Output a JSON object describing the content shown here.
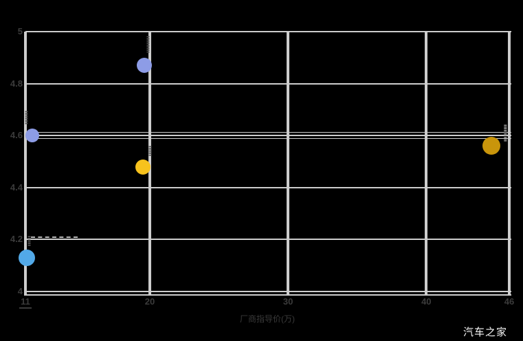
{
  "chart_data": {
    "type": "scatter",
    "title": "",
    "xlabel": "厂商指导价(万)",
    "ylabel": "",
    "xlim": [
      11,
      46
    ],
    "ylim": [
      4,
      5
    ],
    "grid": true,
    "legend": "none",
    "x_ticks": [
      {
        "label": "11",
        "value": 11,
        "underline": true
      },
      {
        "label": "20",
        "value": 20,
        "underline": false
      },
      {
        "label": "30",
        "value": 30,
        "underline": false
      },
      {
        "label": "40",
        "value": 40,
        "underline": false
      },
      {
        "label": "46",
        "value": 46,
        "underline": false
      }
    ],
    "y_ticks": [
      {
        "label": "5",
        "value": 5
      },
      {
        "label": "4.8",
        "value": 4.8
      },
      {
        "label": "4.6",
        "value": 4.6
      },
      {
        "label": "4.4",
        "value": 4.4
      },
      {
        "label": "4.2",
        "value": 4.2
      },
      {
        "label": "4",
        "value": 4
      }
    ],
    "points": [
      {
        "x": 19.6,
        "y": 4.87,
        "r": 11,
        "color": "#8d9ce6",
        "label": "〓〓〓〓〓",
        "label_dx": 2,
        "label_dy": 0,
        "label_color": "#565656"
      },
      {
        "x": 11.5,
        "y": 4.6,
        "r": 10,
        "color": "#8d9ce6",
        "label": "〓〓〓〓",
        "label_dx": -12,
        "label_dy": 0,
        "label_color": "#565656"
      },
      {
        "x": 19.5,
        "y": 4.48,
        "r": 11,
        "color": "#f7c21d",
        "label": "〓〓〓",
        "label_dx": 7,
        "label_dy": 0,
        "label_color": "#565656"
      },
      {
        "x": 44.7,
        "y": 4.56,
        "r": 13,
        "color": "#c9950b",
        "label": "〓〓〓〓〓",
        "label_dx": 17,
        "label_dy": 14,
        "label_color": "#a8a8a8"
      },
      {
        "x": 11.1,
        "y": 4.13,
        "r": 12,
        "color": "#52a9e8",
        "label": "〓〓〓",
        "label_dx": 0,
        "label_dy": 0,
        "label_color": "#565656"
      }
    ]
  },
  "watermark": "汽车之家",
  "colors": {
    "background": "#000000",
    "gridline": "#cdcdcd",
    "tick_text": "#3b3b3b",
    "watermark_text": "#f5f5f5",
    "point_periwinkle": "#8d9ce6",
    "point_yellow": "#f7c21d",
    "point_gold": "#c9950b",
    "point_blue": "#52a9e8"
  }
}
